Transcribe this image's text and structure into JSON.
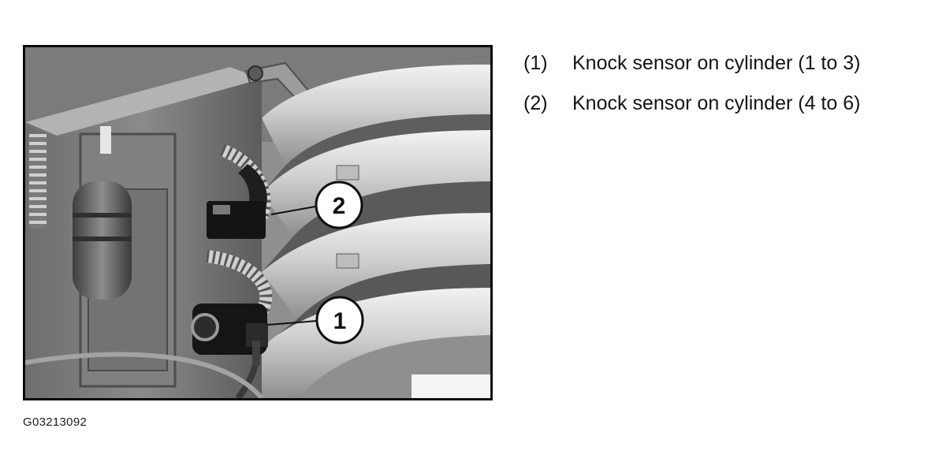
{
  "figure": {
    "id_label": "G03213092"
  },
  "callouts": [
    {
      "number": "2"
    },
    {
      "number": "1"
    }
  ],
  "legend": [
    {
      "number": "(1)",
      "text": "Knock sensor on cylinder (1 to 3)"
    },
    {
      "number": "(2)",
      "text": "Knock sensor on cylinder (4 to 6)"
    }
  ],
  "colors": {
    "background": "#ffffff",
    "frame_border": "#0a0a0a",
    "photo_tone": "grayscale"
  }
}
